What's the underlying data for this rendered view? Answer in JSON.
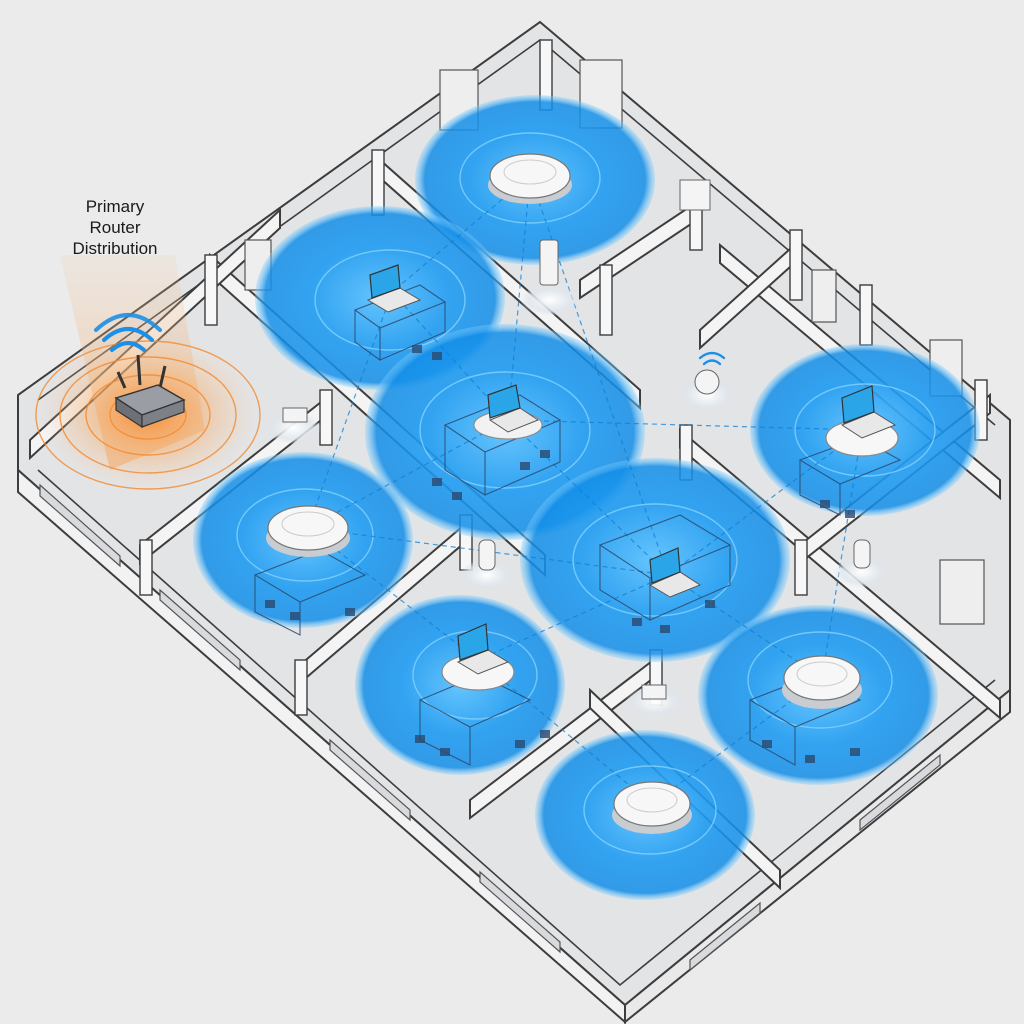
{
  "diagram": {
    "label_lines": [
      "Primary",
      "Router",
      "Distribution"
    ],
    "colors": {
      "background": "#ebebec",
      "floor": "#e4e5e7",
      "wall_top": "#f4f4f4",
      "wall_line": "#3d3d3d",
      "coverage": "#1e9bf0",
      "coverage_glow": "#7fd0ff",
      "router_glow": "#f59a3c",
      "device_body": "#f7f7f7",
      "laptop_screen": "#2aa5e8",
      "link": "#0e7fd6"
    },
    "nodes": [
      {
        "id": "n1",
        "kind": "access-point"
      },
      {
        "id": "n2",
        "kind": "laptop"
      },
      {
        "id": "n3",
        "kind": "laptop"
      },
      {
        "id": "n4",
        "kind": "laptop"
      },
      {
        "id": "n5",
        "kind": "access-point"
      },
      {
        "id": "n6",
        "kind": "laptop"
      },
      {
        "id": "n7",
        "kind": "laptop"
      },
      {
        "id": "n8",
        "kind": "access-point"
      },
      {
        "id": "n9",
        "kind": "access-point"
      }
    ],
    "mesh_links": [
      [
        "n1",
        "n2"
      ],
      [
        "n1",
        "n3"
      ],
      [
        "n2",
        "n3"
      ],
      [
        "n2",
        "n5"
      ],
      [
        "n3",
        "n5"
      ],
      [
        "n3",
        "n6"
      ],
      [
        "n3",
        "n4"
      ],
      [
        "n4",
        "n6"
      ],
      [
        "n5",
        "n6"
      ],
      [
        "n5",
        "n7"
      ],
      [
        "n6",
        "n7"
      ],
      [
        "n6",
        "n8"
      ],
      [
        "n7",
        "n9"
      ],
      [
        "n8",
        "n9"
      ],
      [
        "n4",
        "n8"
      ],
      [
        "n1",
        "n6"
      ]
    ],
    "router": {
      "icon": "wifi-router-icon"
    }
  }
}
